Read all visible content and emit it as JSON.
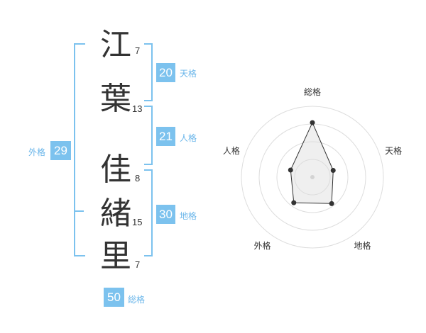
{
  "chart_data": {
    "type": "radar",
    "categories": [
      "総格",
      "天格",
      "地格",
      "外格",
      "人格"
    ],
    "values": [
      50,
      20,
      30,
      29,
      21
    ],
    "rings": 4
  },
  "name": {
    "chars": [
      {
        "char": "江",
        "strokes": "7"
      },
      {
        "char": "葉",
        "strokes": "13"
      },
      {
        "char": "佳",
        "strokes": "8"
      },
      {
        "char": "緒",
        "strokes": "15"
      },
      {
        "char": "里",
        "strokes": "7"
      }
    ]
  },
  "scores": {
    "tenkaku": {
      "value": "20",
      "label": "天格"
    },
    "jinkaku": {
      "value": "21",
      "label": "人格"
    },
    "chikaku": {
      "value": "30",
      "label": "地格"
    },
    "gaikaku": {
      "value": "29",
      "label": "外格"
    },
    "soukaku": {
      "value": "50",
      "label": "総格"
    }
  },
  "colors": {
    "accent": "#7cc2ee",
    "text": "#333333",
    "grid": "#dddddd",
    "fill": "#eeeeee"
  }
}
